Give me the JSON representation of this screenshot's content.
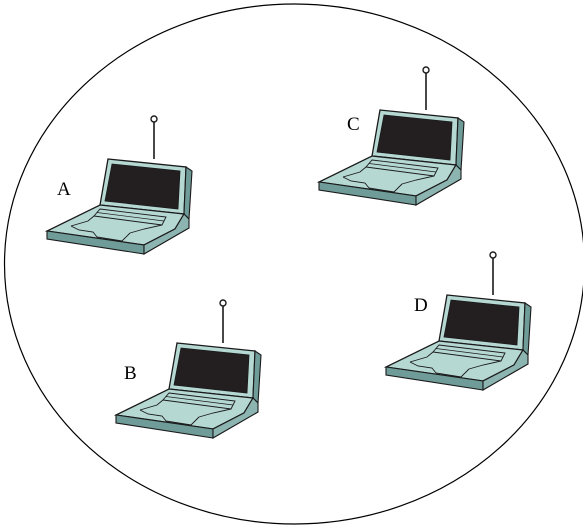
{
  "diagram": {
    "type": "ad-hoc wireless network",
    "boundary": "coverage-ellipse",
    "nodes": [
      {
        "id": "A",
        "label": "A",
        "icon": "laptop-with-antenna-icon"
      },
      {
        "id": "B",
        "label": "B",
        "icon": "laptop-with-antenna-icon"
      },
      {
        "id": "C",
        "label": "C",
        "icon": "laptop-with-antenna-icon"
      },
      {
        "id": "D",
        "label": "D",
        "icon": "laptop-with-antenna-icon"
      }
    ]
  },
  "colors": {
    "screen": "#231f20",
    "laptop_shell": "#b5d8d3",
    "laptop_side": "#6f9c99",
    "outline": "#1a1a1a",
    "background": "#ffffff"
  }
}
